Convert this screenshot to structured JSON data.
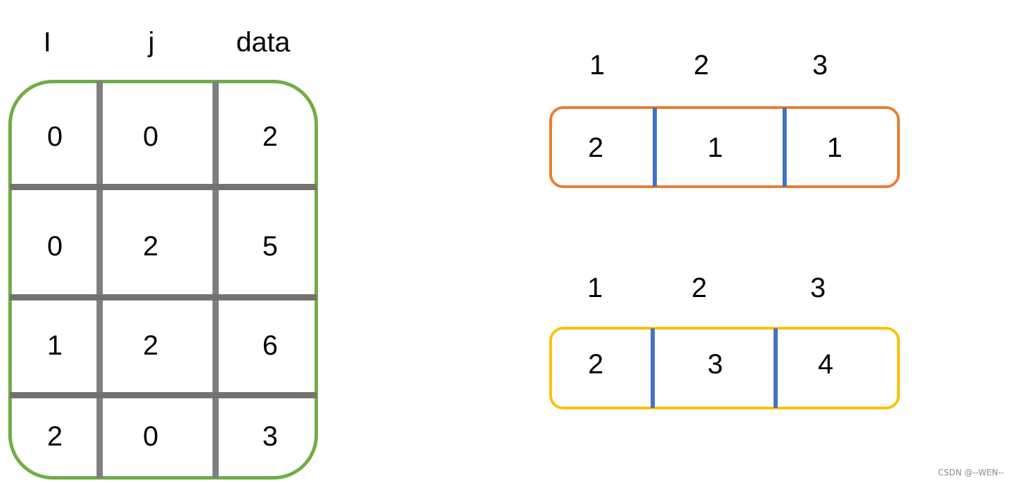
{
  "colors": {
    "triplet_border": "#70ad47",
    "triplet_grid": "#7f7f7f",
    "array1_border": "#ed7d31",
    "array2_border": "#ffc000",
    "array_divider": "#4472c4"
  },
  "triplet_table": {
    "headers": [
      "I",
      "j",
      "data"
    ],
    "rows": [
      [
        "0",
        "0",
        "2"
      ],
      [
        "0",
        "2",
        "5"
      ],
      [
        "1",
        "2",
        "6"
      ],
      [
        "2",
        "0",
        "3"
      ]
    ]
  },
  "array_top": {
    "indices": [
      "1",
      "2",
      "3"
    ],
    "values": [
      "2",
      "1",
      "1"
    ]
  },
  "array_bottom": {
    "indices": [
      "1",
      "2",
      "3"
    ],
    "values": [
      "2",
      "3",
      "4"
    ]
  },
  "watermark": "CSDN @--WEN--"
}
